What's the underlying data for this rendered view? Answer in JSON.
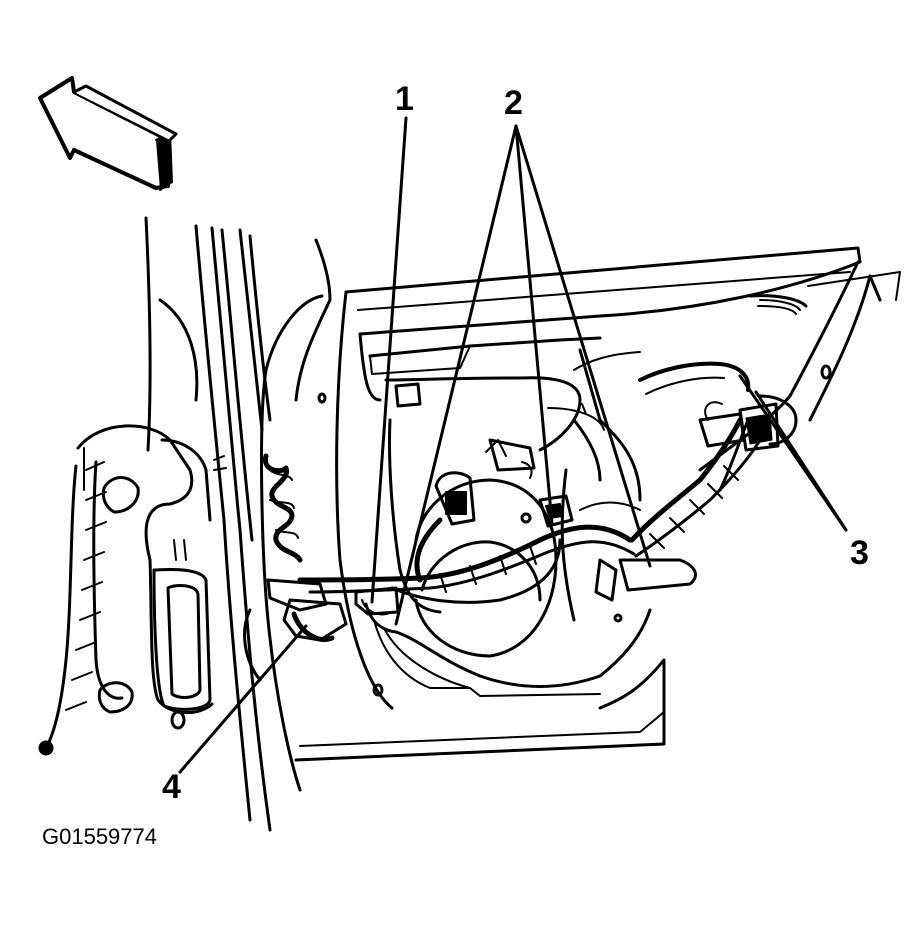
{
  "callouts": {
    "c1": "1",
    "c2": "2",
    "c3": "3",
    "c4": "4"
  },
  "figure_id": "G01559774",
  "colors": {
    "ink": "#000000",
    "paper": "#ffffff"
  },
  "icons": {
    "direction_arrow": "arrow-up-left-icon"
  }
}
